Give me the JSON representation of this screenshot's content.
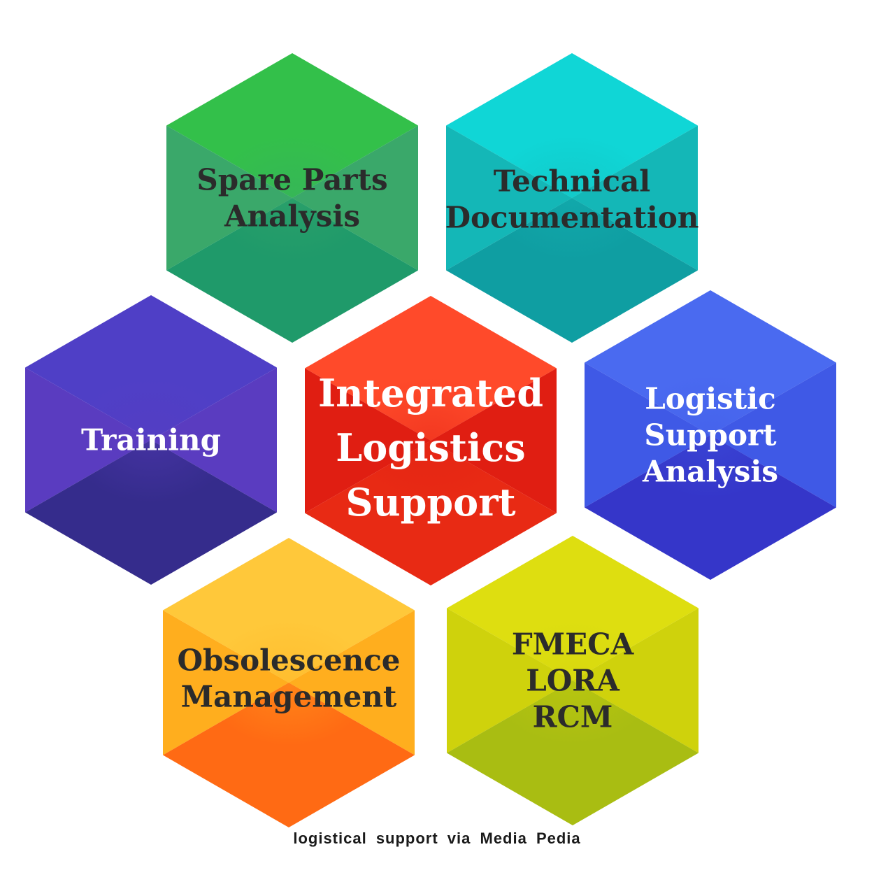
{
  "hexagons": [
    {
      "id": "spare-parts",
      "lines": [
        "Spare Parts",
        "Analysis"
      ],
      "text_color": "#2b2b2b",
      "top": "#33c04a",
      "mid": "#3aa86a",
      "bottom": "#1f9a6a"
    },
    {
      "id": "technical-documentation",
      "lines": [
        "Technical",
        "Documentation"
      ],
      "text_color": "#2b2b2b",
      "top": "#10d6d6",
      "mid": "#14b7b7",
      "bottom": "#0f9ea2"
    },
    {
      "id": "training",
      "lines": [
        "Training"
      ],
      "text_color": "#ffffff",
      "top": "#4f3fc6",
      "mid": "#5a3cc0",
      "bottom": "#352c8c"
    },
    {
      "id": "ils",
      "lines": [
        "Integrated",
        "Logistics",
        "Support"
      ],
      "text_color": "#ffffff",
      "top": "#ff4a2a",
      "mid": "#e01e12",
      "bottom": "#e82a14"
    },
    {
      "id": "lsa",
      "lines": [
        "Logistic",
        "Support",
        "Analysis"
      ],
      "text_color": "#ffffff",
      "top": "#4a6af0",
      "mid": "#3f59e6",
      "bottom": "#3536c9"
    },
    {
      "id": "obsolescence",
      "lines": [
        "Obsolescence",
        "Management"
      ],
      "text_color": "#2b2b2b",
      "top": "#ffc83a",
      "mid": "#ffae1e",
      "bottom": "#ff6a14"
    },
    {
      "id": "fmeca",
      "lines": [
        "FMECA",
        "LORA",
        "RCM"
      ],
      "text_color": "#2b2b2b",
      "top": "#dede10",
      "mid": "#cfd20c",
      "bottom": "#a9bd12"
    }
  ],
  "caption": "logistical support via Media Pedia"
}
